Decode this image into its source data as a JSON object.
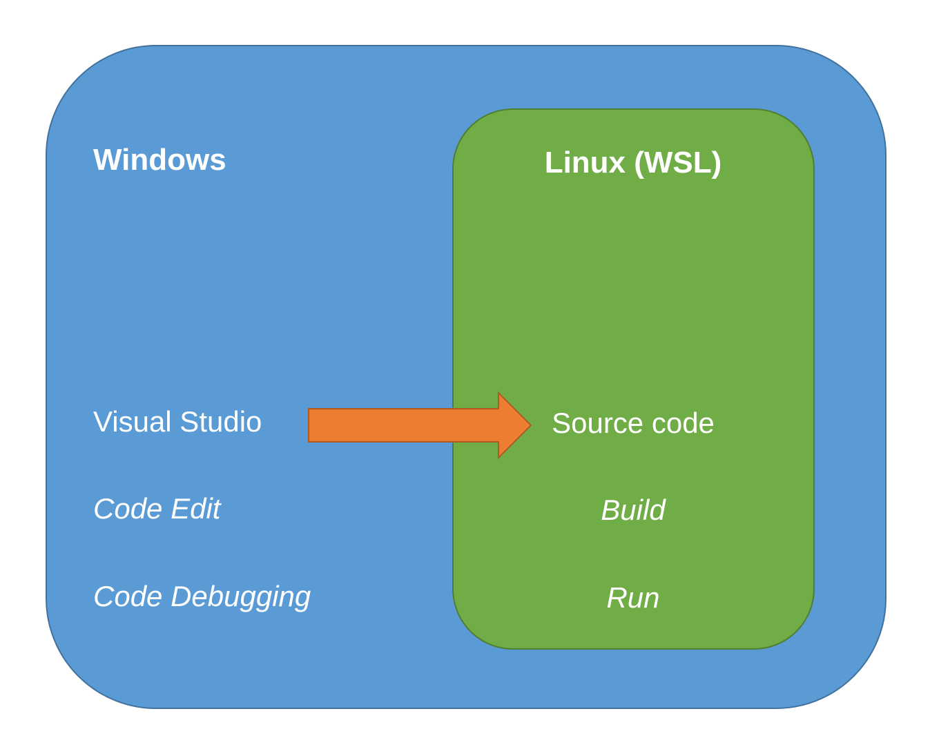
{
  "windows": {
    "title": "Windows",
    "app": "Visual Studio",
    "tasks": [
      "Code Edit",
      "Code Debugging"
    ]
  },
  "linux": {
    "title": "Linux (WSL)",
    "target": "Source code",
    "tasks": [
      "Build",
      "Run"
    ]
  },
  "colors": {
    "windows_fill": "#5b9bd5",
    "windows_border": "#41719c",
    "linux_fill": "#70ad47",
    "linux_border": "#507e32",
    "arrow_fill": "#ed7d31",
    "arrow_border": "#ae5a21",
    "text": "#ffffff"
  },
  "arrow": {
    "from": "Visual Studio",
    "to": "Source code"
  }
}
